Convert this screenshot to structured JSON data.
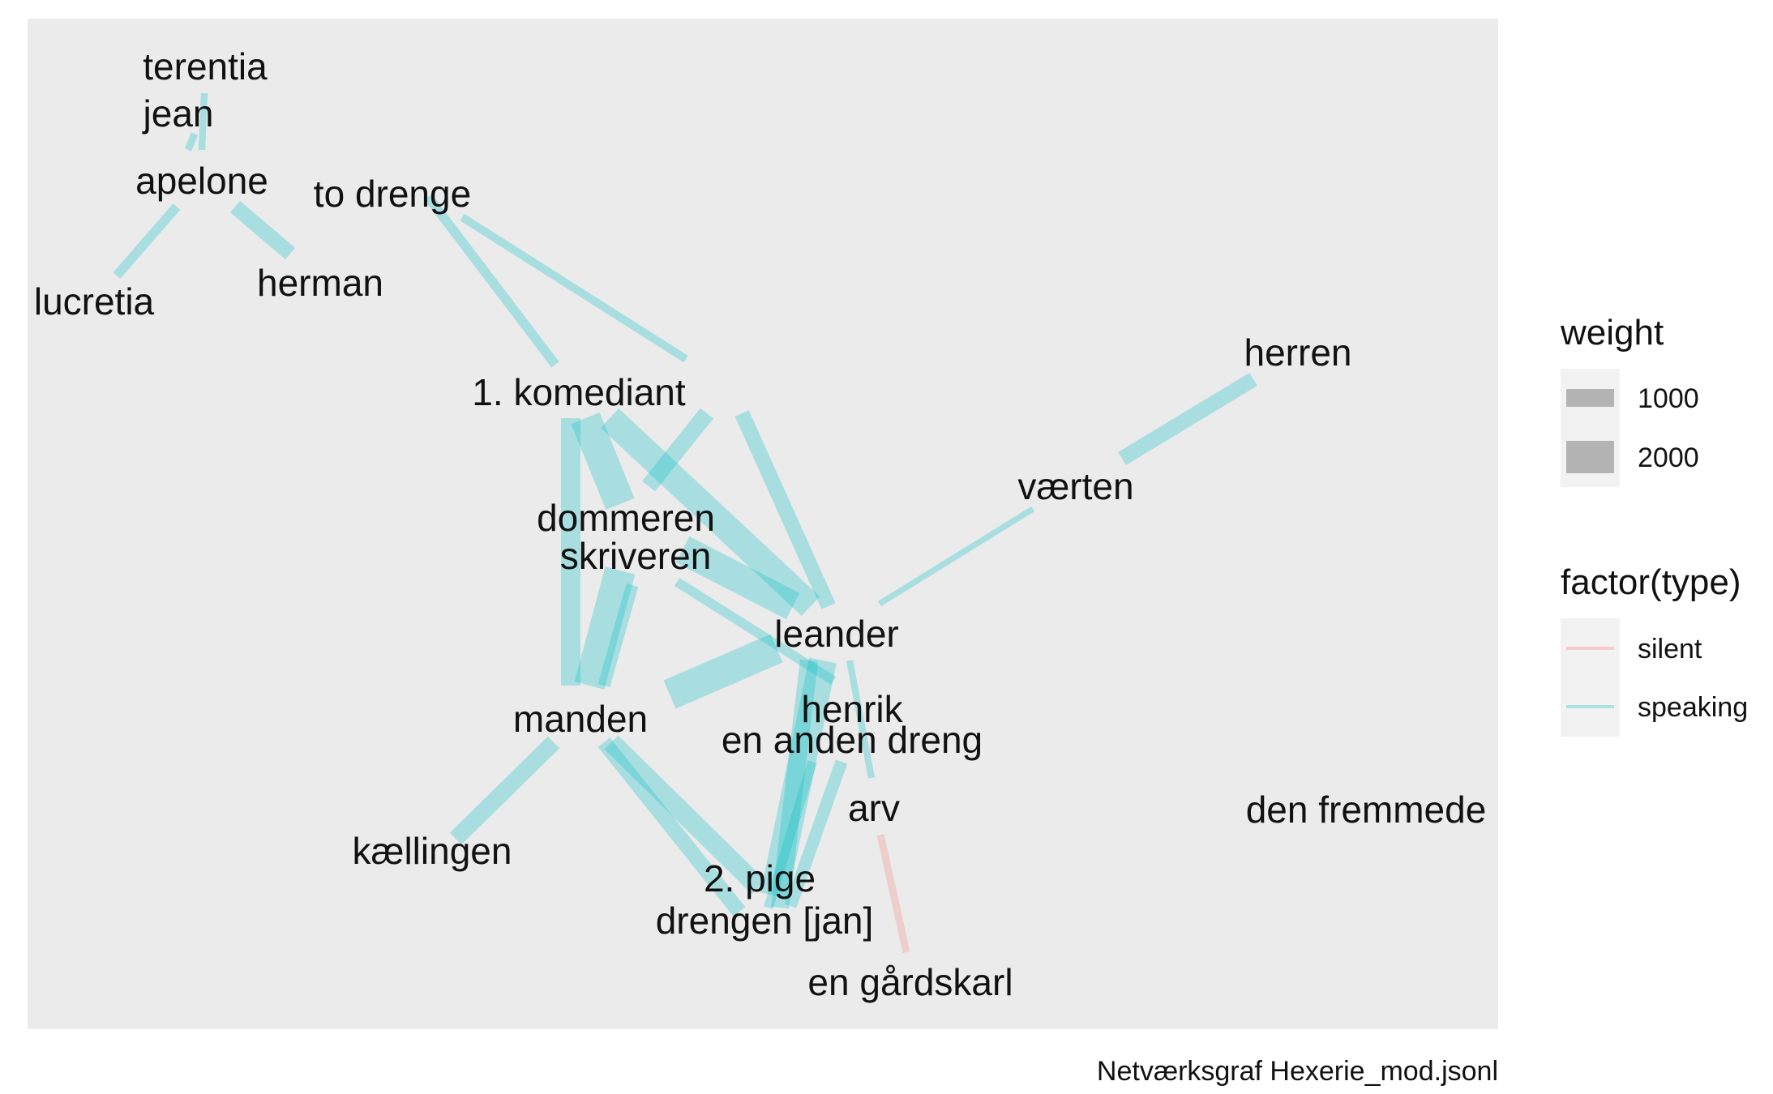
{
  "caption": "Netværksgraf Hexerie_mod.jsonl",
  "colors": {
    "panel": "#EBEBEB",
    "speaking": "#00BFC4",
    "silent": "#F8766D",
    "legend_key_bg": "#F2F2F2",
    "legend_weight_swatch": "#B3B3B3"
  },
  "legend": {
    "weight": {
      "title": "weight",
      "items": [
        {
          "label": "1000",
          "value": 1000
        },
        {
          "label": "2000",
          "value": 2000
        }
      ]
    },
    "type": {
      "title": "factor(type)",
      "items": [
        {
          "label": "silent",
          "key": "silent"
        },
        {
          "label": "speaking",
          "key": "speaking"
        }
      ]
    }
  },
  "nodes": [
    {
      "id": "terentia",
      "label": "terentia"
    },
    {
      "id": "jean",
      "label": "jean"
    },
    {
      "id": "apelone",
      "label": "apelone"
    },
    {
      "id": "to_drenge",
      "label": "to drenge"
    },
    {
      "id": "lucretia",
      "label": "lucretia"
    },
    {
      "id": "herman",
      "label": "herman"
    },
    {
      "id": "herren",
      "label": "herren"
    },
    {
      "id": "komediant",
      "label": "1. komediant"
    },
    {
      "id": "vaerten",
      "label": "værten"
    },
    {
      "id": "dommeren",
      "label": "dommeren"
    },
    {
      "id": "skriveren",
      "label": "skriveren"
    },
    {
      "id": "leander",
      "label": "leander"
    },
    {
      "id": "manden",
      "label": "manden"
    },
    {
      "id": "henrik",
      "label": "henrik"
    },
    {
      "id": "anden_dreng",
      "label": "en anden dreng"
    },
    {
      "id": "arv",
      "label": "arv"
    },
    {
      "id": "den_fremmede",
      "label": "den fremmede"
    },
    {
      "id": "kaellingen",
      "label": "kællingen"
    },
    {
      "id": "pige",
      "label": "2. pige"
    },
    {
      "id": "drengen_jan",
      "label": "drengen [jan]"
    },
    {
      "id": "gardskarl",
      "label": "en gårdskarl"
    }
  ],
  "edges": [
    {
      "source": "terentia",
      "target": "jean",
      "type": "speaking",
      "weight": 300
    },
    {
      "source": "jean",
      "target": "apelone",
      "type": "speaking",
      "weight": 350
    },
    {
      "source": "apelone",
      "target": "lucretia",
      "type": "speaking",
      "weight": 500
    },
    {
      "source": "apelone",
      "target": "herman",
      "type": "speaking",
      "weight": 900
    },
    {
      "source": "to_drenge",
      "target": "komediant",
      "type": "speaking",
      "weight": 500
    },
    {
      "source": "to_drenge",
      "target": "leander",
      "type": "speaking",
      "weight": 400
    },
    {
      "source": "herren",
      "target": "vaerten",
      "type": "speaking",
      "weight": 900
    },
    {
      "source": "vaerten",
      "target": "leander",
      "type": "speaking",
      "weight": 250
    },
    {
      "source": "komediant",
      "target": "dommeren",
      "type": "speaking",
      "weight": 2000
    },
    {
      "source": "komediant",
      "target": "skriveren",
      "type": "speaking",
      "weight": 1000
    },
    {
      "source": "komediant",
      "target": "manden",
      "type": "speaking",
      "weight": 1200
    },
    {
      "source": "komediant",
      "target": "leander",
      "type": "speaking",
      "weight": 900
    },
    {
      "source": "dommeren",
      "target": "manden",
      "type": "speaking",
      "weight": 2000
    },
    {
      "source": "skriveren",
      "target": "leander",
      "type": "speaking",
      "weight": 1900
    },
    {
      "source": "skriveren",
      "target": "manden",
      "type": "speaking",
      "weight": 700
    },
    {
      "source": "skriveren",
      "target": "henrik",
      "type": "speaking",
      "weight": 500
    },
    {
      "source": "dommeren",
      "target": "leander",
      "type": "speaking",
      "weight": 1700
    },
    {
      "source": "manden",
      "target": "leander",
      "type": "speaking",
      "weight": 2000
    },
    {
      "source": "manden",
      "target": "kaellingen",
      "type": "speaking",
      "weight": 1000
    },
    {
      "source": "manden",
      "target": "pige",
      "type": "speaking",
      "weight": 1200
    },
    {
      "source": "manden",
      "target": "drengen_jan",
      "type": "speaking",
      "weight": 900
    },
    {
      "source": "leander",
      "target": "pige",
      "type": "speaking",
      "weight": 1800
    },
    {
      "source": "leander",
      "target": "drengen_jan",
      "type": "speaking",
      "weight": 1100
    },
    {
      "source": "henrik",
      "target": "drengen_jan",
      "type": "speaking",
      "weight": 700
    },
    {
      "source": "leander",
      "target": "arv",
      "type": "speaking",
      "weight": 300
    },
    {
      "source": "anden_dreng",
      "target": "drengen_jan",
      "type": "speaking",
      "weight": 500
    },
    {
      "source": "arv",
      "target": "gardskarl",
      "type": "silent",
      "weight": 350
    }
  ]
}
